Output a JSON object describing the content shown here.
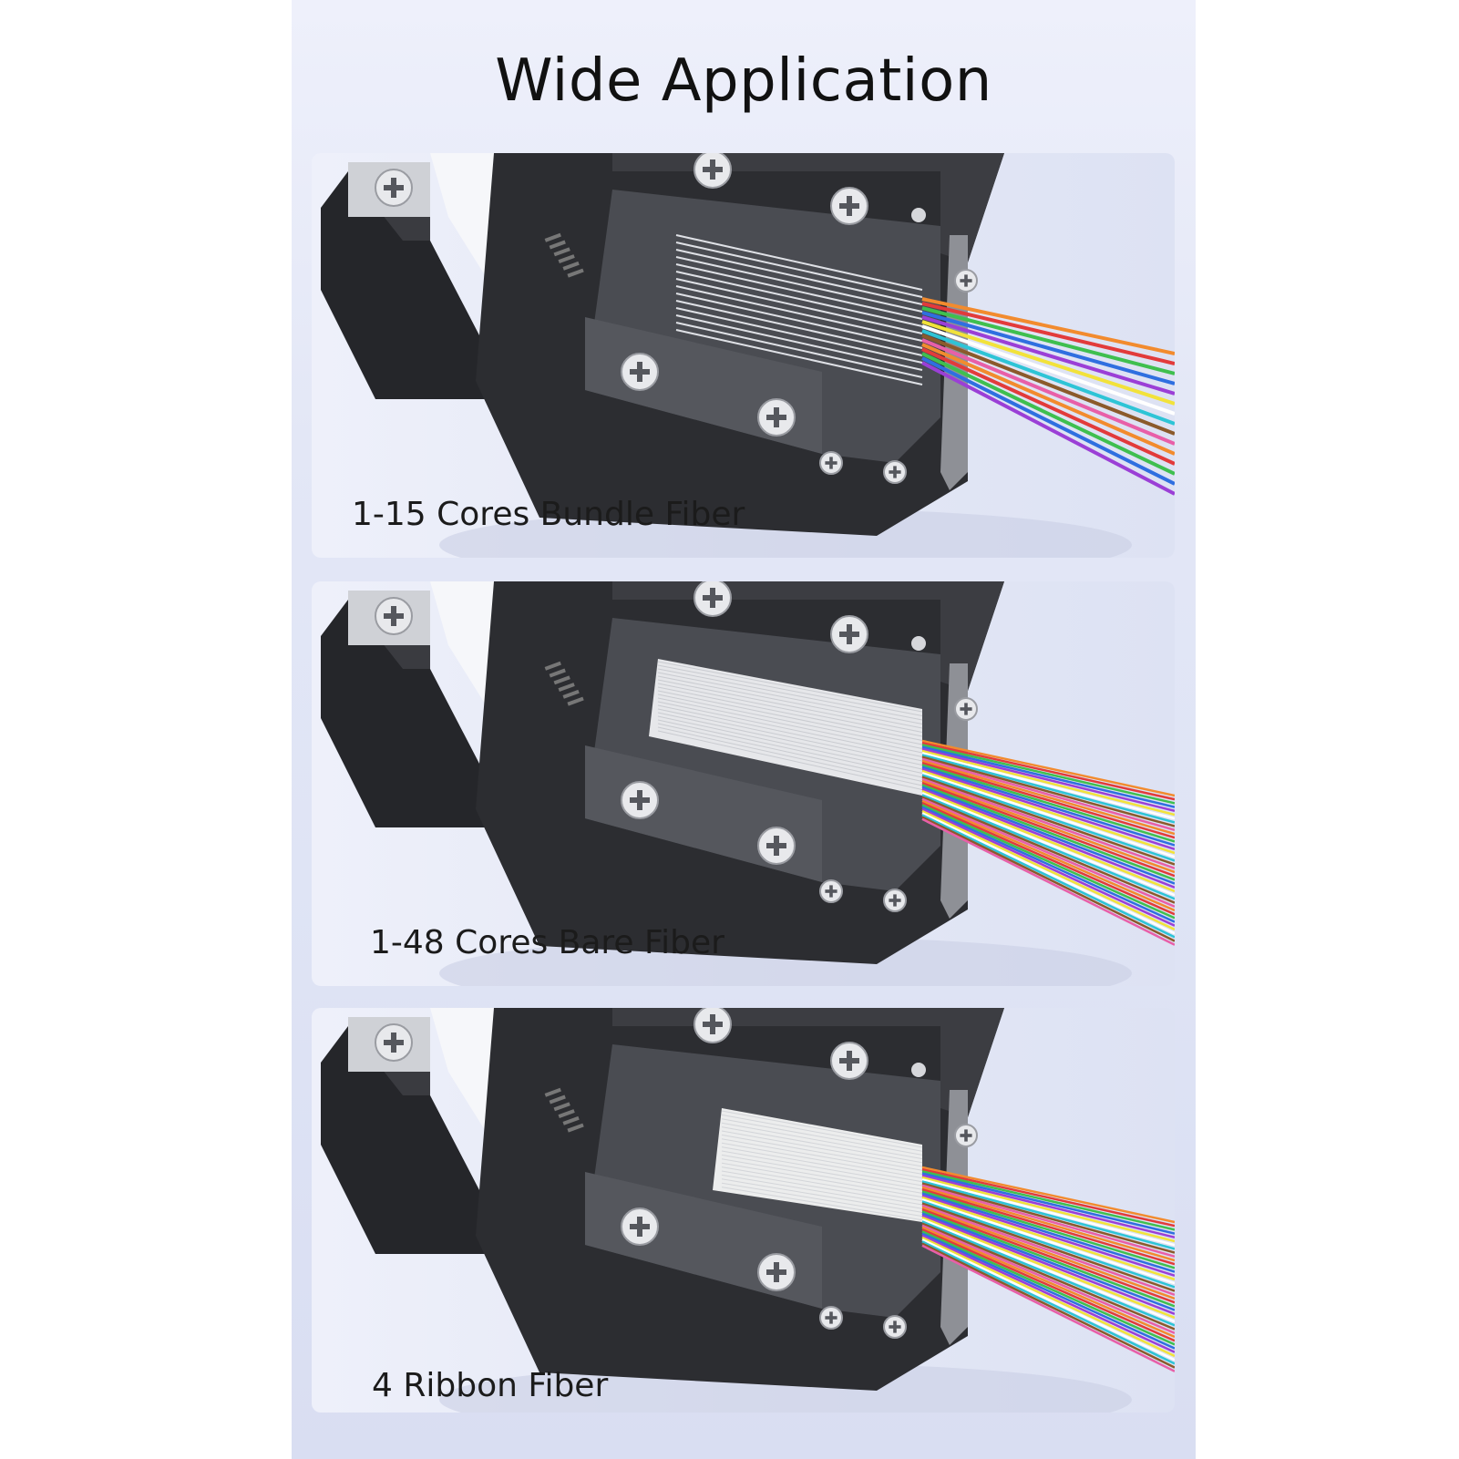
{
  "title": "Wide Application",
  "cards": [
    {
      "caption": "1-15 Cores Bundle Fiber"
    },
    {
      "caption": "1-48 Cores Bare Fiber"
    },
    {
      "caption": "4 Ribbon Fiber"
    }
  ],
  "colors": {
    "background": "#e3e7f6",
    "housing": "#2c2d31",
    "lid": "#4a4c52",
    "fiber_colors": [
      "#f28b2e",
      "#e23b3b",
      "#3fbf4f",
      "#2f6fe0",
      "#9b3fd6",
      "#f2e23a",
      "#ffffff",
      "#2ec4d6",
      "#8b5a2b",
      "#e85fa8"
    ]
  }
}
